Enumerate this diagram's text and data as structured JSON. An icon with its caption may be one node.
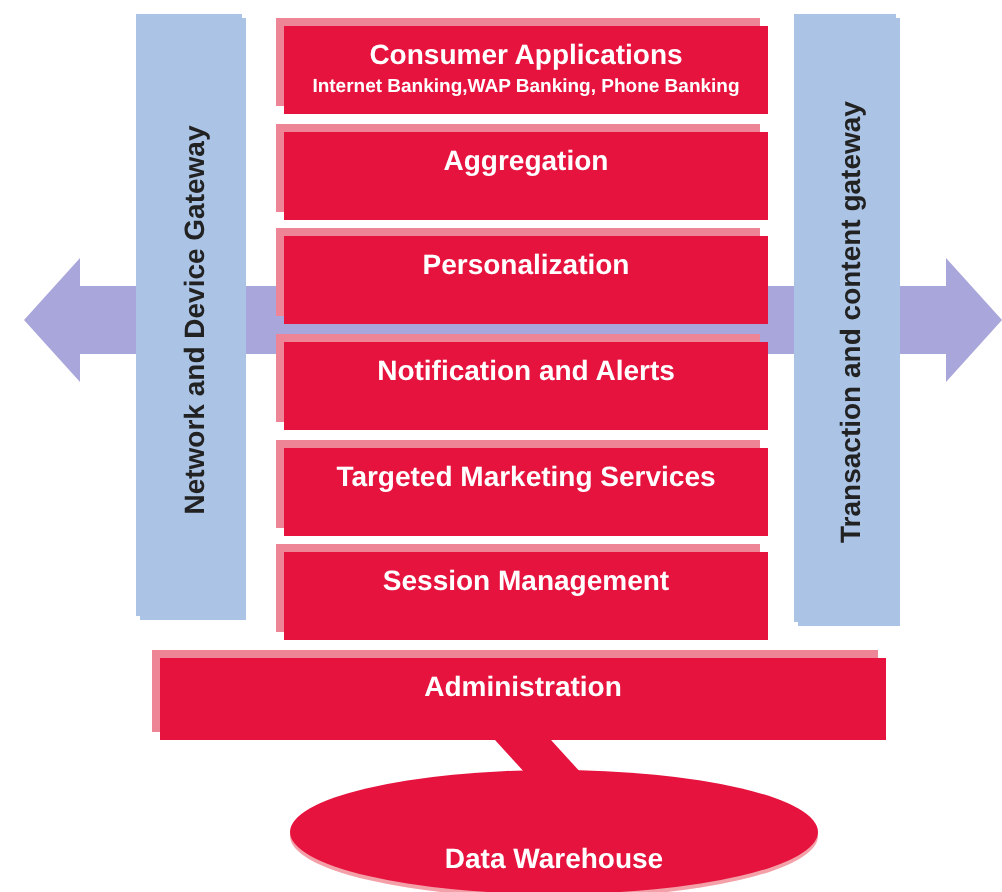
{
  "diagram": {
    "nodes": [
      {
        "text": [
          "Network and Device Gateway"
        ]
      },
      {
        "text": [
          "Consumer Applications",
          "Internet Banking,WAP Banking, Phone Banking"
        ]
      },
      {
        "text": [
          "Aggregation"
        ]
      },
      {
        "text": [
          "Personalization"
        ]
      },
      {
        "text": [
          "Notification and Alerts"
        ]
      },
      {
        "text": [
          "Targeted Marketing Services"
        ]
      },
      {
        "text": [
          "Session Management"
        ]
      },
      {
        "text": [
          "Transaction and content gateway"
        ]
      },
      {
        "text": [
          "Administration"
        ]
      },
      {
        "text": [
          "Data Warehouse"
        ]
      }
    ],
    "edges": [
      {
        "from": 0,
        "to": null,
        "arrow": "to",
        "style": "thick",
        "color": "#a9a6db"
      },
      {
        "from": 7,
        "to": null,
        "arrow": "to",
        "style": "thick",
        "color": "#a9a6db"
      },
      {
        "from": 8,
        "to": 9,
        "arrow": "none",
        "style": "thick",
        "color": "#e5133e"
      }
    ]
  }
}
